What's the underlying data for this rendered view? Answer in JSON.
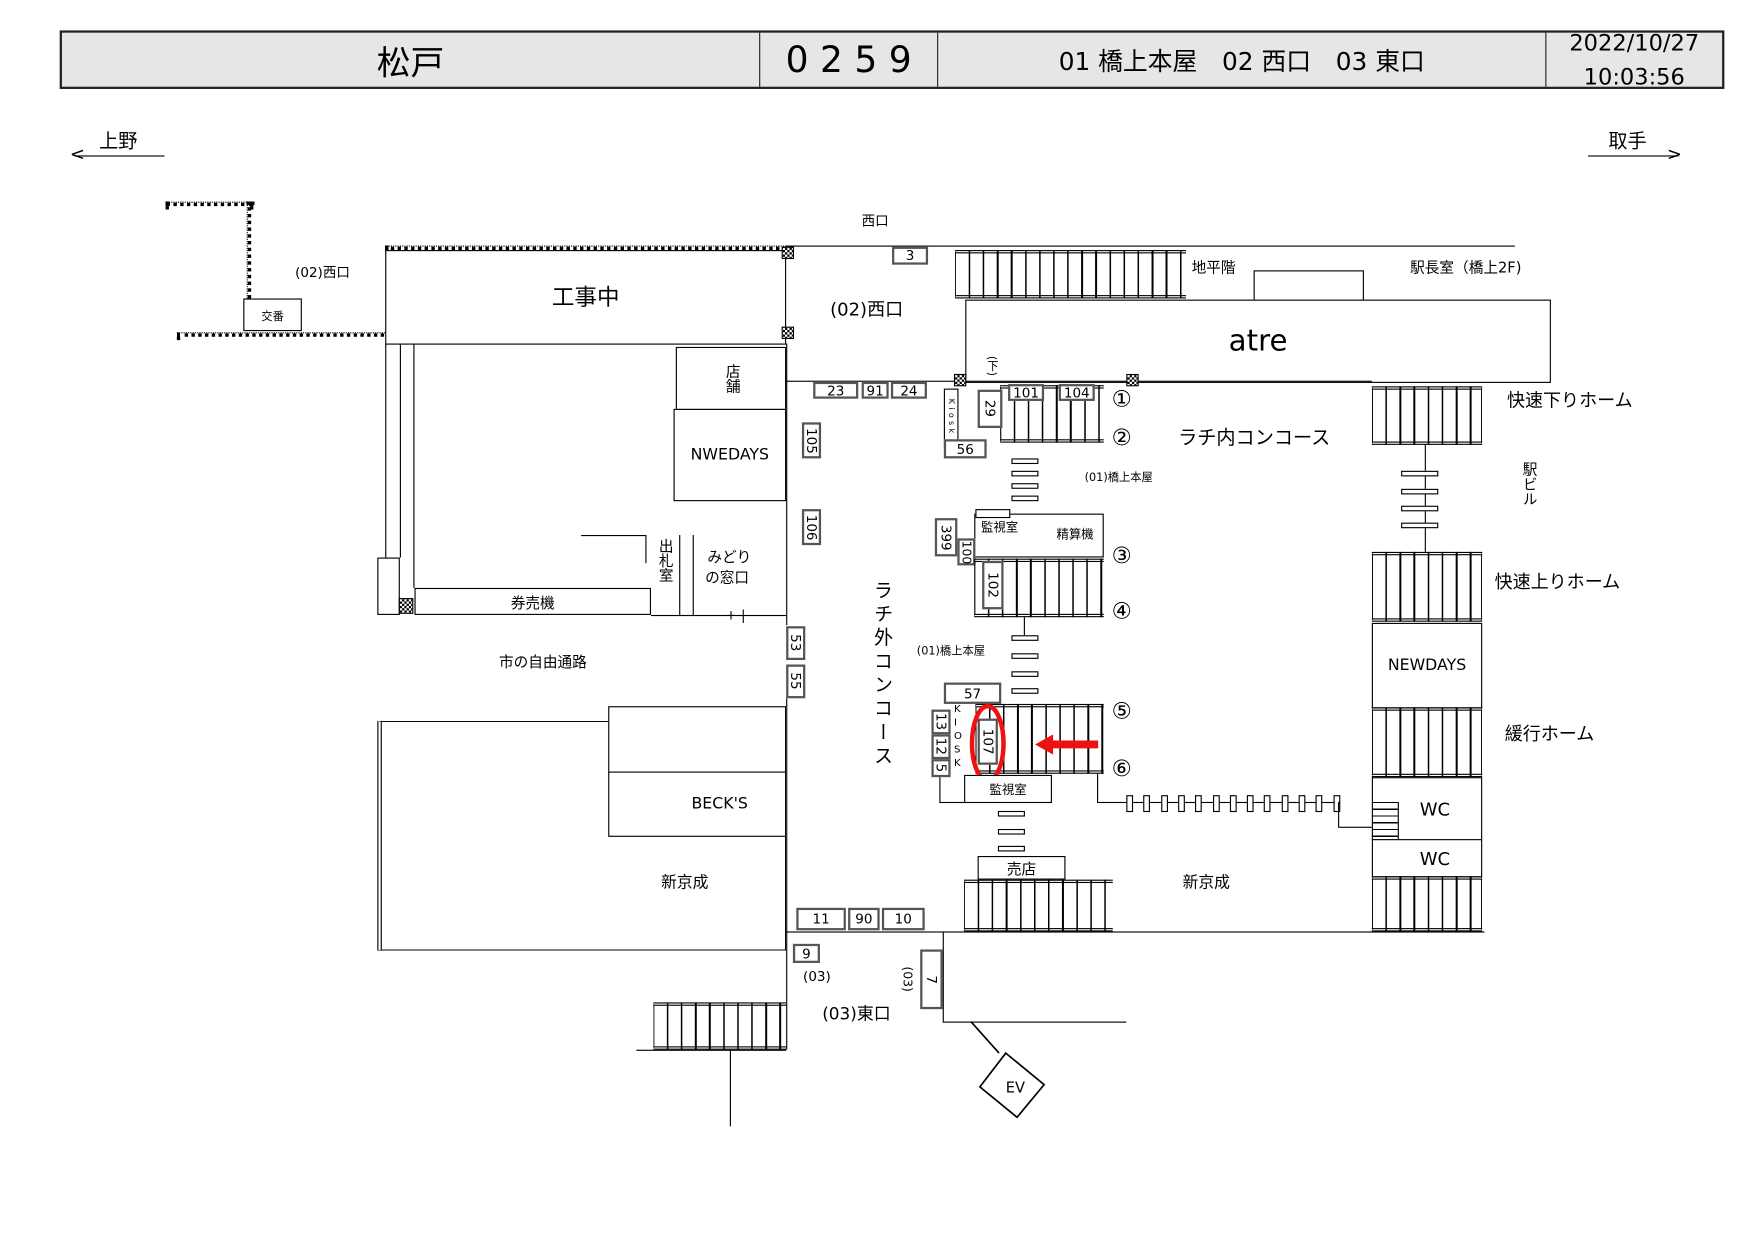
{
  "header": {
    "station_name": "松戸",
    "station_code": "0 2 5 9",
    "exits": "01 橋上本屋　02 西口　03 東口",
    "date": "2022/10/27",
    "time": "10:03:56"
  },
  "directions": {
    "left": "上野",
    "right": "取手"
  },
  "labels": {
    "west_exit_top": "西口",
    "west_exit_02_left": "(02)西口",
    "west_exit_02_center": "(02)西口",
    "koban": "交番",
    "construction": "工事中",
    "shop": "店舗",
    "nwedays": "NWEDAYS",
    "ticket_office": "出札室",
    "midori": "みどり",
    "midori2": "の窓口",
    "ticket_machines": "券売機",
    "free_passage": "市の自由通路",
    "becks": "BECK'S",
    "shinkeisei_left": "新京成",
    "shinkeisei_right": "新京成",
    "east_exit_03": "(03)",
    "east_exit_03_rot": "(03)",
    "east_exit": "(03)東口",
    "ev": "EV",
    "ground_floor": "地平階",
    "station_master": "駅長室（橋上2F)",
    "atre": "atre",
    "down_mark": "(下)",
    "kiosk_top": "Kiosk",
    "kiosk_bottom": "KIOSK",
    "inside_concourse": "ラチ内コンコース",
    "outside_concourse": "ラチ外コンコース",
    "hashigami_1": "(01)橋上本屋",
    "hashigami_2": "(01)橋上本屋",
    "monitor_room_1": "監視室",
    "fare_adjust": "精算機",
    "monitor_room_2": "監視室",
    "kiosk_shop": "売店",
    "rapid_down": "快速下りホーム",
    "station_building": "駅ビル",
    "rapid_up": "快速上りホーム",
    "newdays": "NEWDAYS",
    "local_platform": "緩行ホーム",
    "wc1": "WC",
    "wc2": "WC"
  },
  "platforms": {
    "p1": "①",
    "p2": "②",
    "p3": "③",
    "p4": "④",
    "p5": "⑤",
    "p6": "⑥"
  },
  "ad_boxes": {
    "b3": "3",
    "b23": "23",
    "b91": "91",
    "b24": "24",
    "b101": "101",
    "b104": "104",
    "b29": "29",
    "b56": "56",
    "b105": "105",
    "b106": "106",
    "b53": "53",
    "b55": "55",
    "b399": "399",
    "b100": "100",
    "b102": "102",
    "b57": "57",
    "b13": "13",
    "b12": "12",
    "b5": "5",
    "b107": "107",
    "b11": "11",
    "b90": "90",
    "b10": "10",
    "b9": "9",
    "b7": "7"
  },
  "highlight": {
    "target": "107",
    "color": "#ee1111"
  }
}
